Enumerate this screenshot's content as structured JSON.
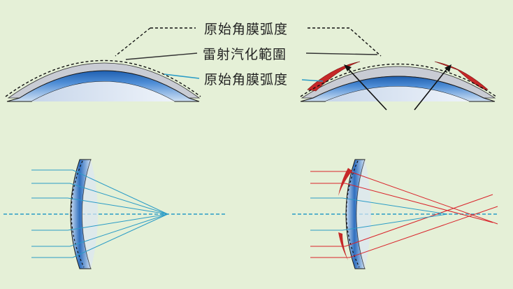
{
  "labels": {
    "original_curvature_top": "原始角膜弧度",
    "laser_ablation_zone": "雷射汽化範圍",
    "original_curvature_bottom": "原始角膜弧度"
  },
  "colors": {
    "background": "#e5f0d7",
    "cornea_blue_dark": "#2f6fbf",
    "cornea_blue_light": "#dfe9f6",
    "ablation_red": "#c62828",
    "ray_blue": "#2a9cc6",
    "ray_red": "#d9232a",
    "axis_dashed": "#2a9cc6",
    "outline_dark": "#1a1a1a"
  },
  "panels": [
    {
      "id": "original-cornea-cross-section",
      "ablated": false
    },
    {
      "id": "reshaped-cornea-cross-section",
      "ablated": true
    },
    {
      "id": "original-focus-diagram",
      "ray_color": "blue",
      "focus": "single"
    },
    {
      "id": "reshaped-focus-diagram",
      "ray_color": "red",
      "focus": "beyond-axis"
    }
  ]
}
